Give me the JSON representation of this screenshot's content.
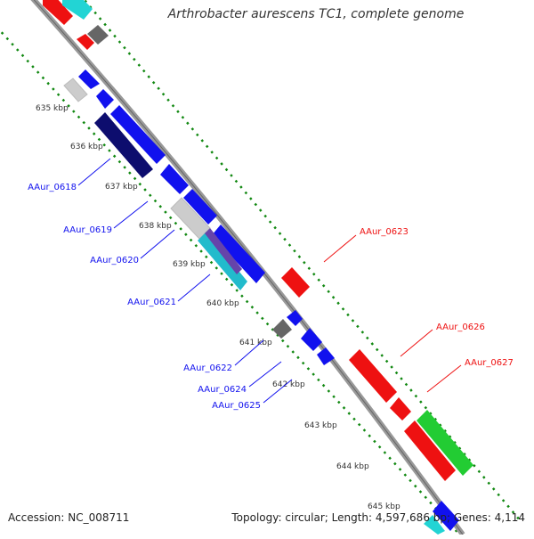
{
  "title": "Arthrobacter aurescens TC1, complete genome",
  "footer": {
    "accession": "Accession: NC_008711",
    "summary": "Topology: circular; Length: 4,597,686 bp; Genes: 4,114"
  },
  "colors": {
    "forward_gene": "#ee1111",
    "reverse_gene": "#1111ee",
    "backbone": "#999999",
    "tick": "#118811"
  },
  "kbp_labels": [
    "635 kbp",
    "636 kbp",
    "637 kbp",
    "638 kbp",
    "639 kbp",
    "640 kbp",
    "641 kbp",
    "642 kbp",
    "643 kbp",
    "644 kbp",
    "645 kbp"
  ],
  "gene_labels_left": [
    "AAur_0618",
    "AAur_0619",
    "AAur_0620",
    "AAur_0621",
    "AAur_0622",
    "AAur_0624",
    "AAur_0625"
  ],
  "gene_labels_right": [
    "AAur_0623",
    "AAur_0626",
    "AAur_0627"
  ]
}
